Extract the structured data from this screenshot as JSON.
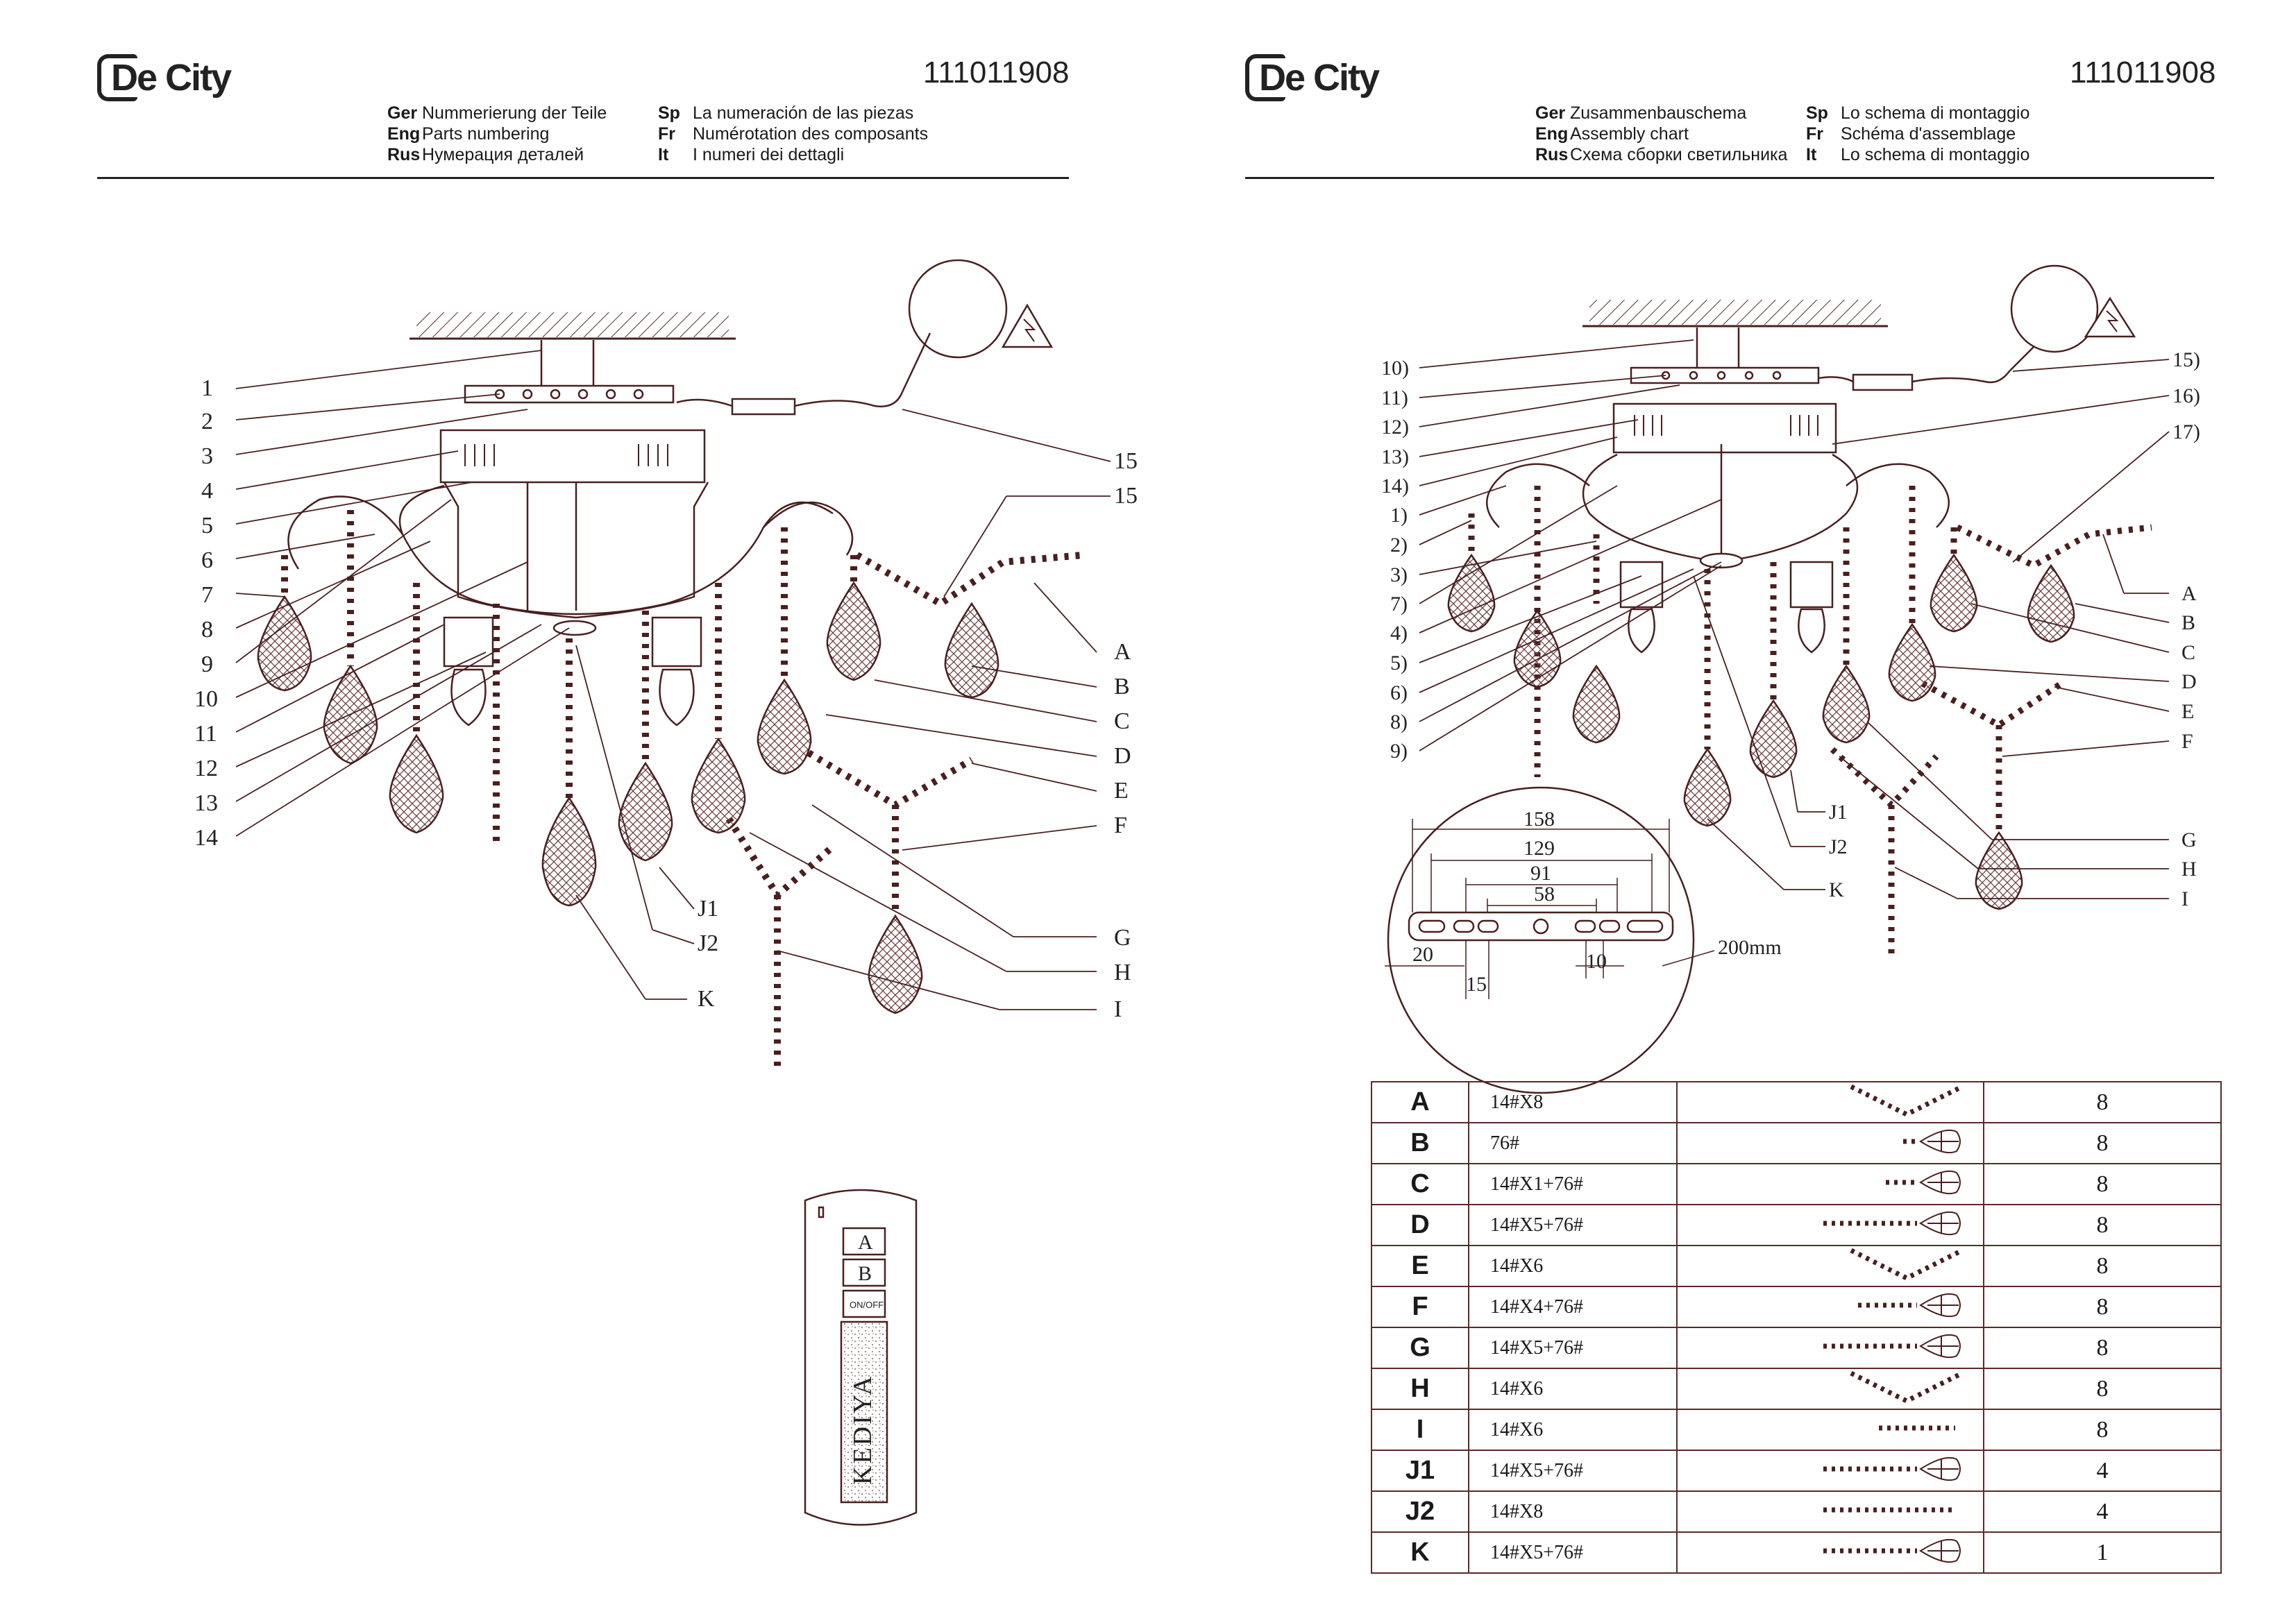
{
  "brand": {
    "logo_text": "De City",
    "model": "111011908"
  },
  "left_header": {
    "lines": [
      {
        "code1": "Ger",
        "text1": "Nummerierung der Teile",
        "code2": "Sp",
        "text2": "La numeración de las piezas"
      },
      {
        "code1": "Eng",
        "text1": "Parts numbering",
        "code2": "Fr",
        "text2": "Numérotation des composants"
      },
      {
        "code1": "Rus",
        "text1": "Нумерация деталей",
        "code2": "It",
        "text2": "I numeri dei dettagli"
      }
    ]
  },
  "right_header": {
    "lines": [
      {
        "code1": "Ger",
        "text1": "Zusammenbauschema",
        "code2": "Sp",
        "text2": "Lo schema di montaggio"
      },
      {
        "code1": "Eng",
        "text1": "Assembly chart",
        "code2": "Fr",
        "text2": "Schéma d'assemblage"
      },
      {
        "code1": "Rus",
        "text1": "Схема сборки светильника",
        "code2": "It",
        "text2": "Lo schema di montaggio"
      }
    ]
  },
  "left_diagram": {
    "left_labels": [
      "1",
      "2",
      "3",
      "4",
      "5",
      "6",
      "7",
      "8",
      "9",
      "10",
      "11",
      "12",
      "13",
      "14"
    ],
    "right_labels": [
      "15",
      "15",
      "A",
      "B",
      "C",
      "D",
      "E",
      "F",
      "G",
      "H",
      "I"
    ],
    "bottom_labels": [
      "J1",
      "J2",
      "K"
    ]
  },
  "right_diagram": {
    "left_labels": [
      "10)",
      "11)",
      "12)",
      "13)",
      "14)",
      "1)",
      "2)",
      "3)",
      "7)",
      "4)",
      "5)",
      "6)",
      "8)",
      "9)"
    ],
    "right_labels": [
      "15)",
      "16)",
      "17)",
      "A",
      "B",
      "C",
      "D",
      "E",
      "F",
      "G",
      "H",
      "I"
    ],
    "bottom_labels": [
      "J1",
      "J2",
      "K"
    ]
  },
  "remote": {
    "buttons": [
      "A",
      "B",
      "ON/OFF"
    ],
    "brand": "KEDIYA"
  },
  "dimensions": {
    "d158": "158",
    "d129": "129",
    "d91": "91",
    "d58": "58",
    "d20": "20",
    "d15": "15",
    "d10": "10",
    "cable": "200mm"
  },
  "parts_table": [
    {
      "letter": "A",
      "code": "14#X8",
      "qty": "8",
      "pic": "v-chain"
    },
    {
      "letter": "B",
      "code": "76#",
      "qty": "8",
      "pic": "drop"
    },
    {
      "letter": "C",
      "code": "14#X1+76#",
      "qty": "8",
      "pic": "drop-short"
    },
    {
      "letter": "D",
      "code": "14#X5+76#",
      "qty": "8",
      "pic": "drop-long"
    },
    {
      "letter": "E",
      "code": "14#X6",
      "qty": "8",
      "pic": "v-chain"
    },
    {
      "letter": "F",
      "code": "14#X4+76#",
      "qty": "8",
      "pic": "drop-mid"
    },
    {
      "letter": "G",
      "code": "14#X5+76#",
      "qty": "8",
      "pic": "drop-long"
    },
    {
      "letter": "H",
      "code": "14#X6",
      "qty": "8",
      "pic": "v-chain"
    },
    {
      "letter": "I",
      "code": "14#X6",
      "qty": "8",
      "pic": "chain"
    },
    {
      "letter": "J1",
      "code": "14#X5+76#",
      "qty": "4",
      "pic": "drop-long"
    },
    {
      "letter": "J2",
      "code": "14#X8",
      "qty": "4",
      "pic": "chain-long"
    },
    {
      "letter": "K",
      "code": "14#X5+76#",
      "qty": "1",
      "pic": "drop-long"
    }
  ]
}
